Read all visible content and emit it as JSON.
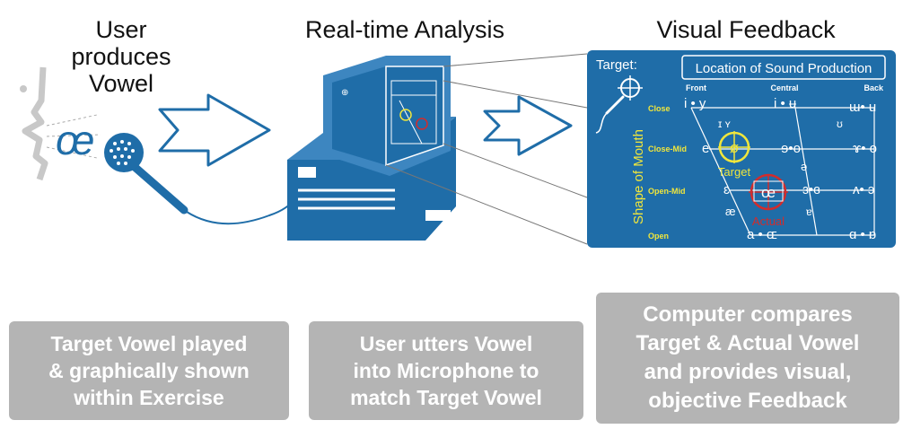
{
  "headings": {
    "user": "User\nproduces\nVowel",
    "analysis": "Real-time Analysis",
    "feedback": "Visual Feedback"
  },
  "vowel_glyph": "œ",
  "panel": {
    "target_label": "Target:",
    "location_title": "Location of Sound Production",
    "front": "Front",
    "central": "Central",
    "back": "Back",
    "side_label": "Shape of Mouth",
    "rows": [
      "Close",
      "Close-Mid",
      "Open-Mid",
      "Open"
    ],
    "target_marker": "Target",
    "actual_marker": "Actual",
    "symbols": {
      "close_front": "i • y",
      "close_central": "i • ʉ",
      "close_back": "ɯ• u",
      "near_close": "ɪ ʏ",
      "near_close_back": "ʊ",
      "closemid_front": "e",
      "closemid_target": "ø",
      "closemid_central": "ɘ•ɵ",
      "closemid_back": "ɤ• o",
      "schwa": "ə",
      "openmid_front": "ɛ",
      "openmid_actual": "œ",
      "openmid_central": "ɜ•ɞ",
      "openmid_back": "ʌ• ɔ",
      "near_open": "æ",
      "near_open_central": "ɐ",
      "open_front": "a • ɶ",
      "open_back": "ɑ • ɒ"
    }
  },
  "captions": {
    "left": [
      "Target Vowel played",
      "& graphically shown",
      "within Exercise"
    ],
    "middle": [
      "User utters Vowel",
      "into Microphone to",
      "match Target Vowel"
    ],
    "right": [
      "Computer compares",
      "Target & Actual Vowel",
      "and provides visual,",
      "objective Feedback"
    ]
  },
  "colors": {
    "panel_blue": "#1f6da8",
    "panel_yellow": "#f0e63c",
    "actual_red": "#d22c2c",
    "caption_gray": "#b4b4b4",
    "computer_blue": "#3d86c0"
  }
}
